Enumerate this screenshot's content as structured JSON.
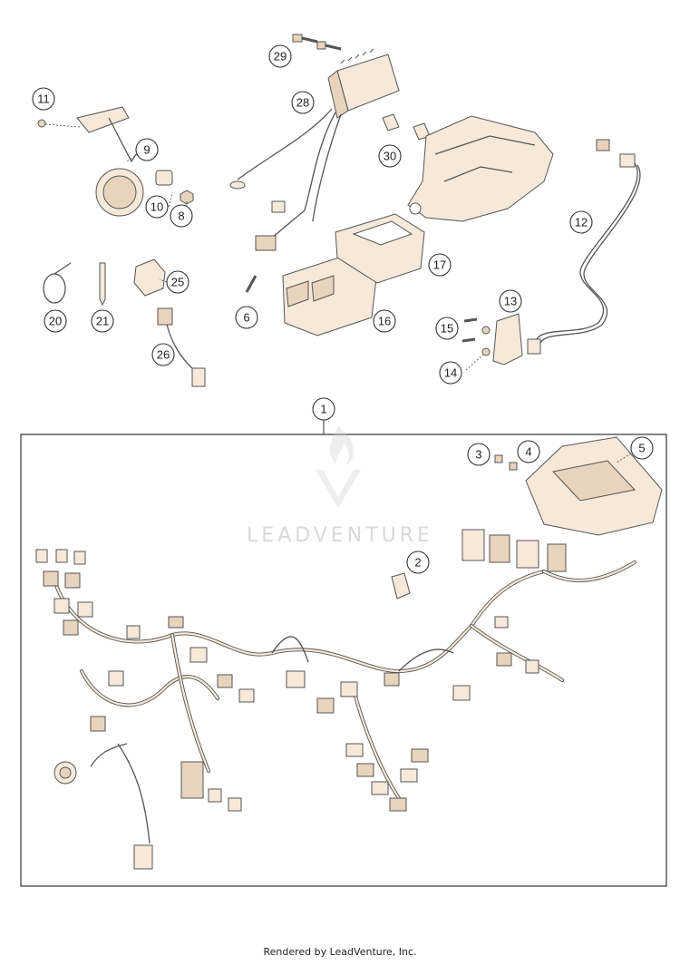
{
  "diagram": {
    "callouts": [
      "1",
      "2",
      "3",
      "4",
      "5",
      "6",
      "8",
      "9",
      "10",
      "11",
      "12",
      "13",
      "14",
      "15",
      "16",
      "17",
      "20",
      "21",
      "25",
      "26",
      "28",
      "29",
      "30"
    ],
    "watermark": "LEADVENTURE",
    "footer": "Rendered by LeadVenture, Inc."
  }
}
